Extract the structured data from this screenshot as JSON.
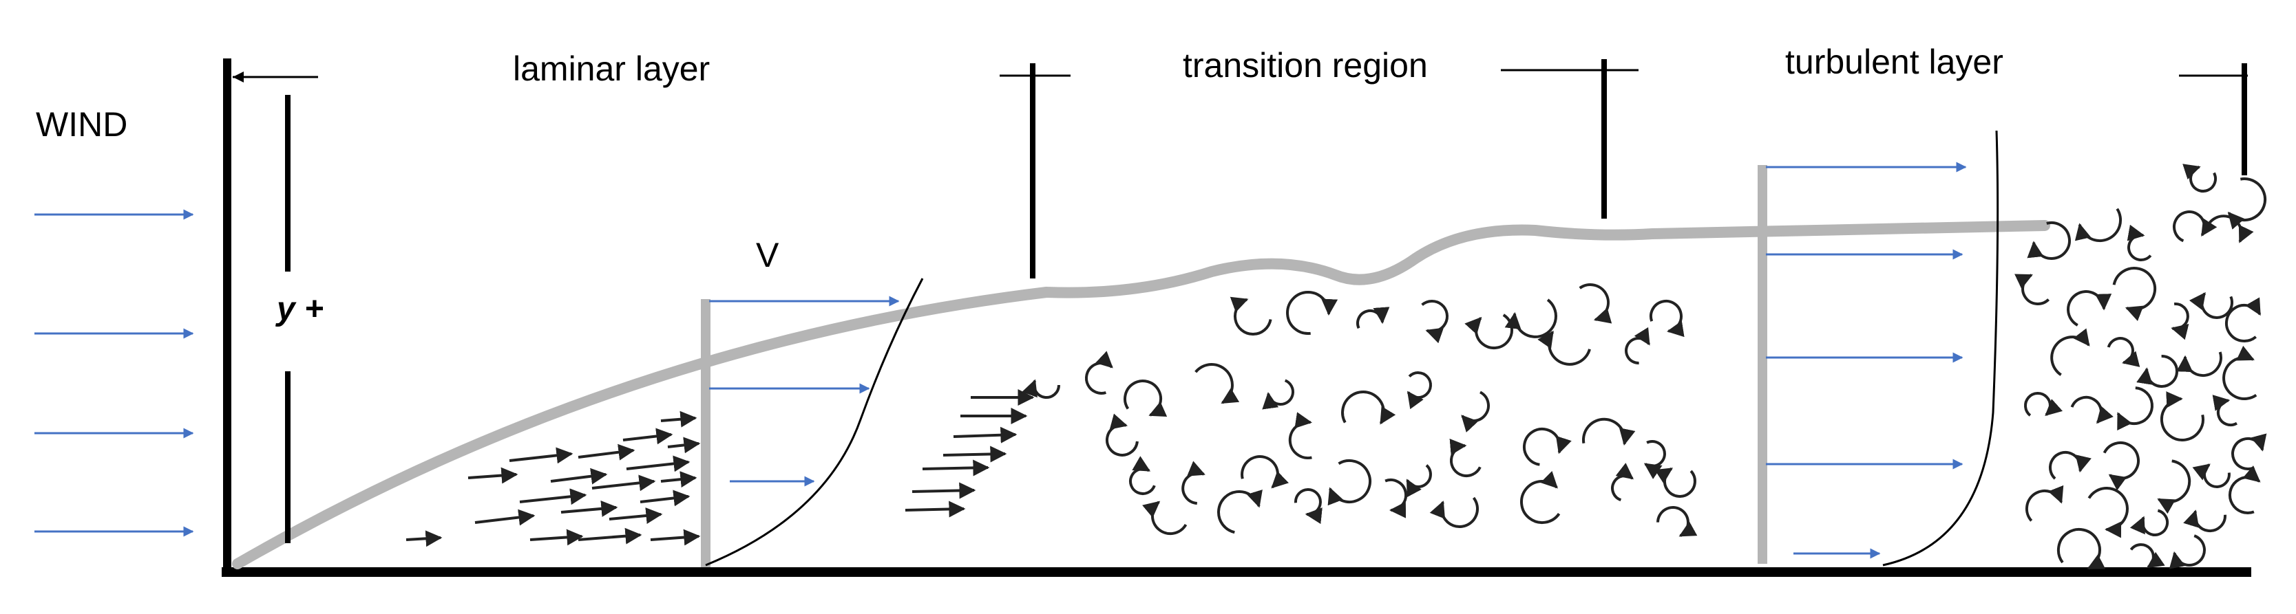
{
  "labels": {
    "wind": "WIND",
    "laminar": "laminar layer",
    "transition": "transition region",
    "turbulent": "turbulent layer",
    "velocity": "V",
    "yplus": "y +"
  },
  "colors": {
    "wall": "#000000",
    "boundary": "#b5b5b5",
    "flow_arrow": "#4472c4",
    "eddy": "#222222"
  }
}
